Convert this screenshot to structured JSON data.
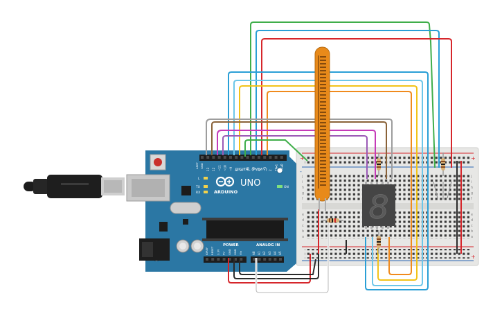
{
  "board": {
    "brand": "ARDUINO",
    "model": "UNO",
    "digital_header": "DIGITAL (PWM~)",
    "power_label": "POWER",
    "analog_label": "ANALOG IN",
    "on_label": "ON",
    "led_l": "L",
    "led_tx": "TX",
    "led_rx": "RX",
    "aref": "AREF",
    "gnd": "GND",
    "digital_pins": [
      "13",
      "12",
      "~11",
      "~10",
      "~9",
      "8",
      "7",
      "~6",
      "~5",
      "4",
      "~3",
      "2",
      "TX▸1",
      "RX◂0"
    ],
    "power_pins": [
      "IOREF",
      "RESET",
      "3.3V",
      "5V",
      "GND",
      "GND",
      "Vin"
    ],
    "analog_pins": [
      "A0",
      "A1",
      "A2",
      "A3",
      "A4",
      "A5"
    ]
  },
  "breadboard": {
    "row_letters_top": [
      "j",
      "i",
      "h",
      "g",
      "f"
    ],
    "row_letters_bottom": [
      "e",
      "d",
      "c",
      "b",
      "a"
    ],
    "plus": "+",
    "minus": "-"
  },
  "display": {
    "digit": "8"
  },
  "colors": {
    "board": "#2b77a4",
    "breadboard": "#e7e7e5",
    "wire_green": "#3fae4a",
    "wire_blue": "#2a9fd6",
    "wire_red": "#d6262b",
    "wire_orange": "#f08a1d",
    "wire_yellow": "#f2c319",
    "wire_magenta": "#c53ab8",
    "wire_brown": "#8a6238",
    "wire_gray": "#9d9d9d",
    "wire_black": "#2a2a2a",
    "flex_sensor": "#e88a1a"
  }
}
